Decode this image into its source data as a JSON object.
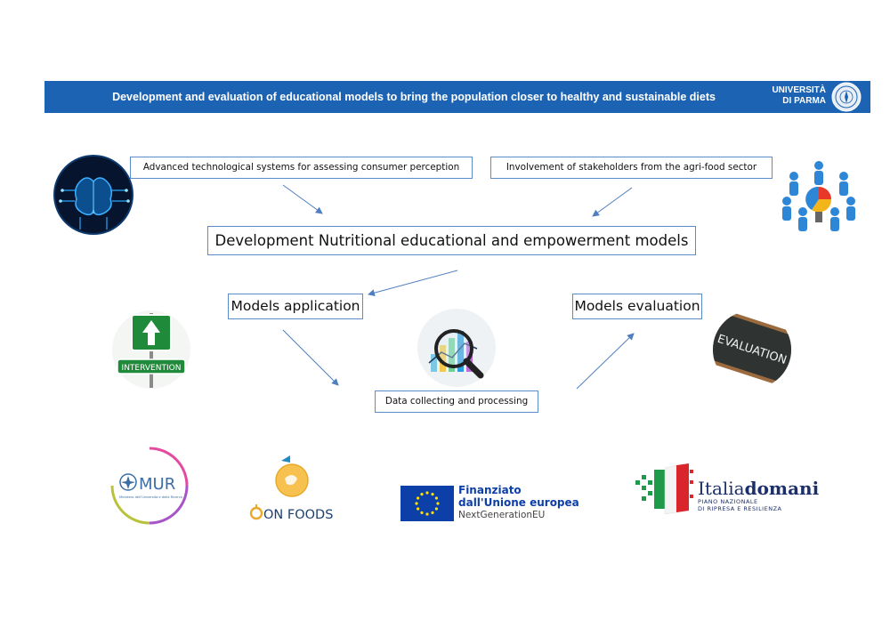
{
  "banner": {
    "title": "Development and evaluation of educational models to bring the population closer to healthy and sustainable diets",
    "university_line1": "UNIVERSITÀ",
    "university_line2": "DI PARMA",
    "color": "#1d63b3"
  },
  "diagram": {
    "box_tech": "Advanced technological systems for assessing consumer perception",
    "box_stakeholders": "Involvement of stakeholders from the agri-food sector",
    "box_main": "Development Nutritional educational and empowerment models",
    "box_application": "Models application",
    "box_evaluation": "Models evaluation",
    "box_data": "Data collecting and processing",
    "border_color": "#5b8bc9",
    "arrow_color": "#4f7fc0"
  },
  "images": {
    "intervention_sign": "INTERVENTION",
    "evaluation_board": "EVALUATION",
    "brain_icon": "brain-circuit-icon",
    "stakeholders_icon": "people-pie-chart-icon",
    "analysis_icon": "magnifier-charts-icon"
  },
  "logos": {
    "mur_text": "MUR",
    "mur_subtext": "Ministero dell'Università e della Ricerca",
    "onfoods_text": "ON FOODS",
    "eu_line1": "Finanziato",
    "eu_line2": "dall'Unione europea",
    "eu_line3": "NextGenerationEU",
    "italia_part1": "Italia",
    "italia_part2": "domani",
    "italia_sub1": "PIANO NAZIONALE",
    "italia_sub2": "DI RIPRESA E RESILIENZA"
  }
}
